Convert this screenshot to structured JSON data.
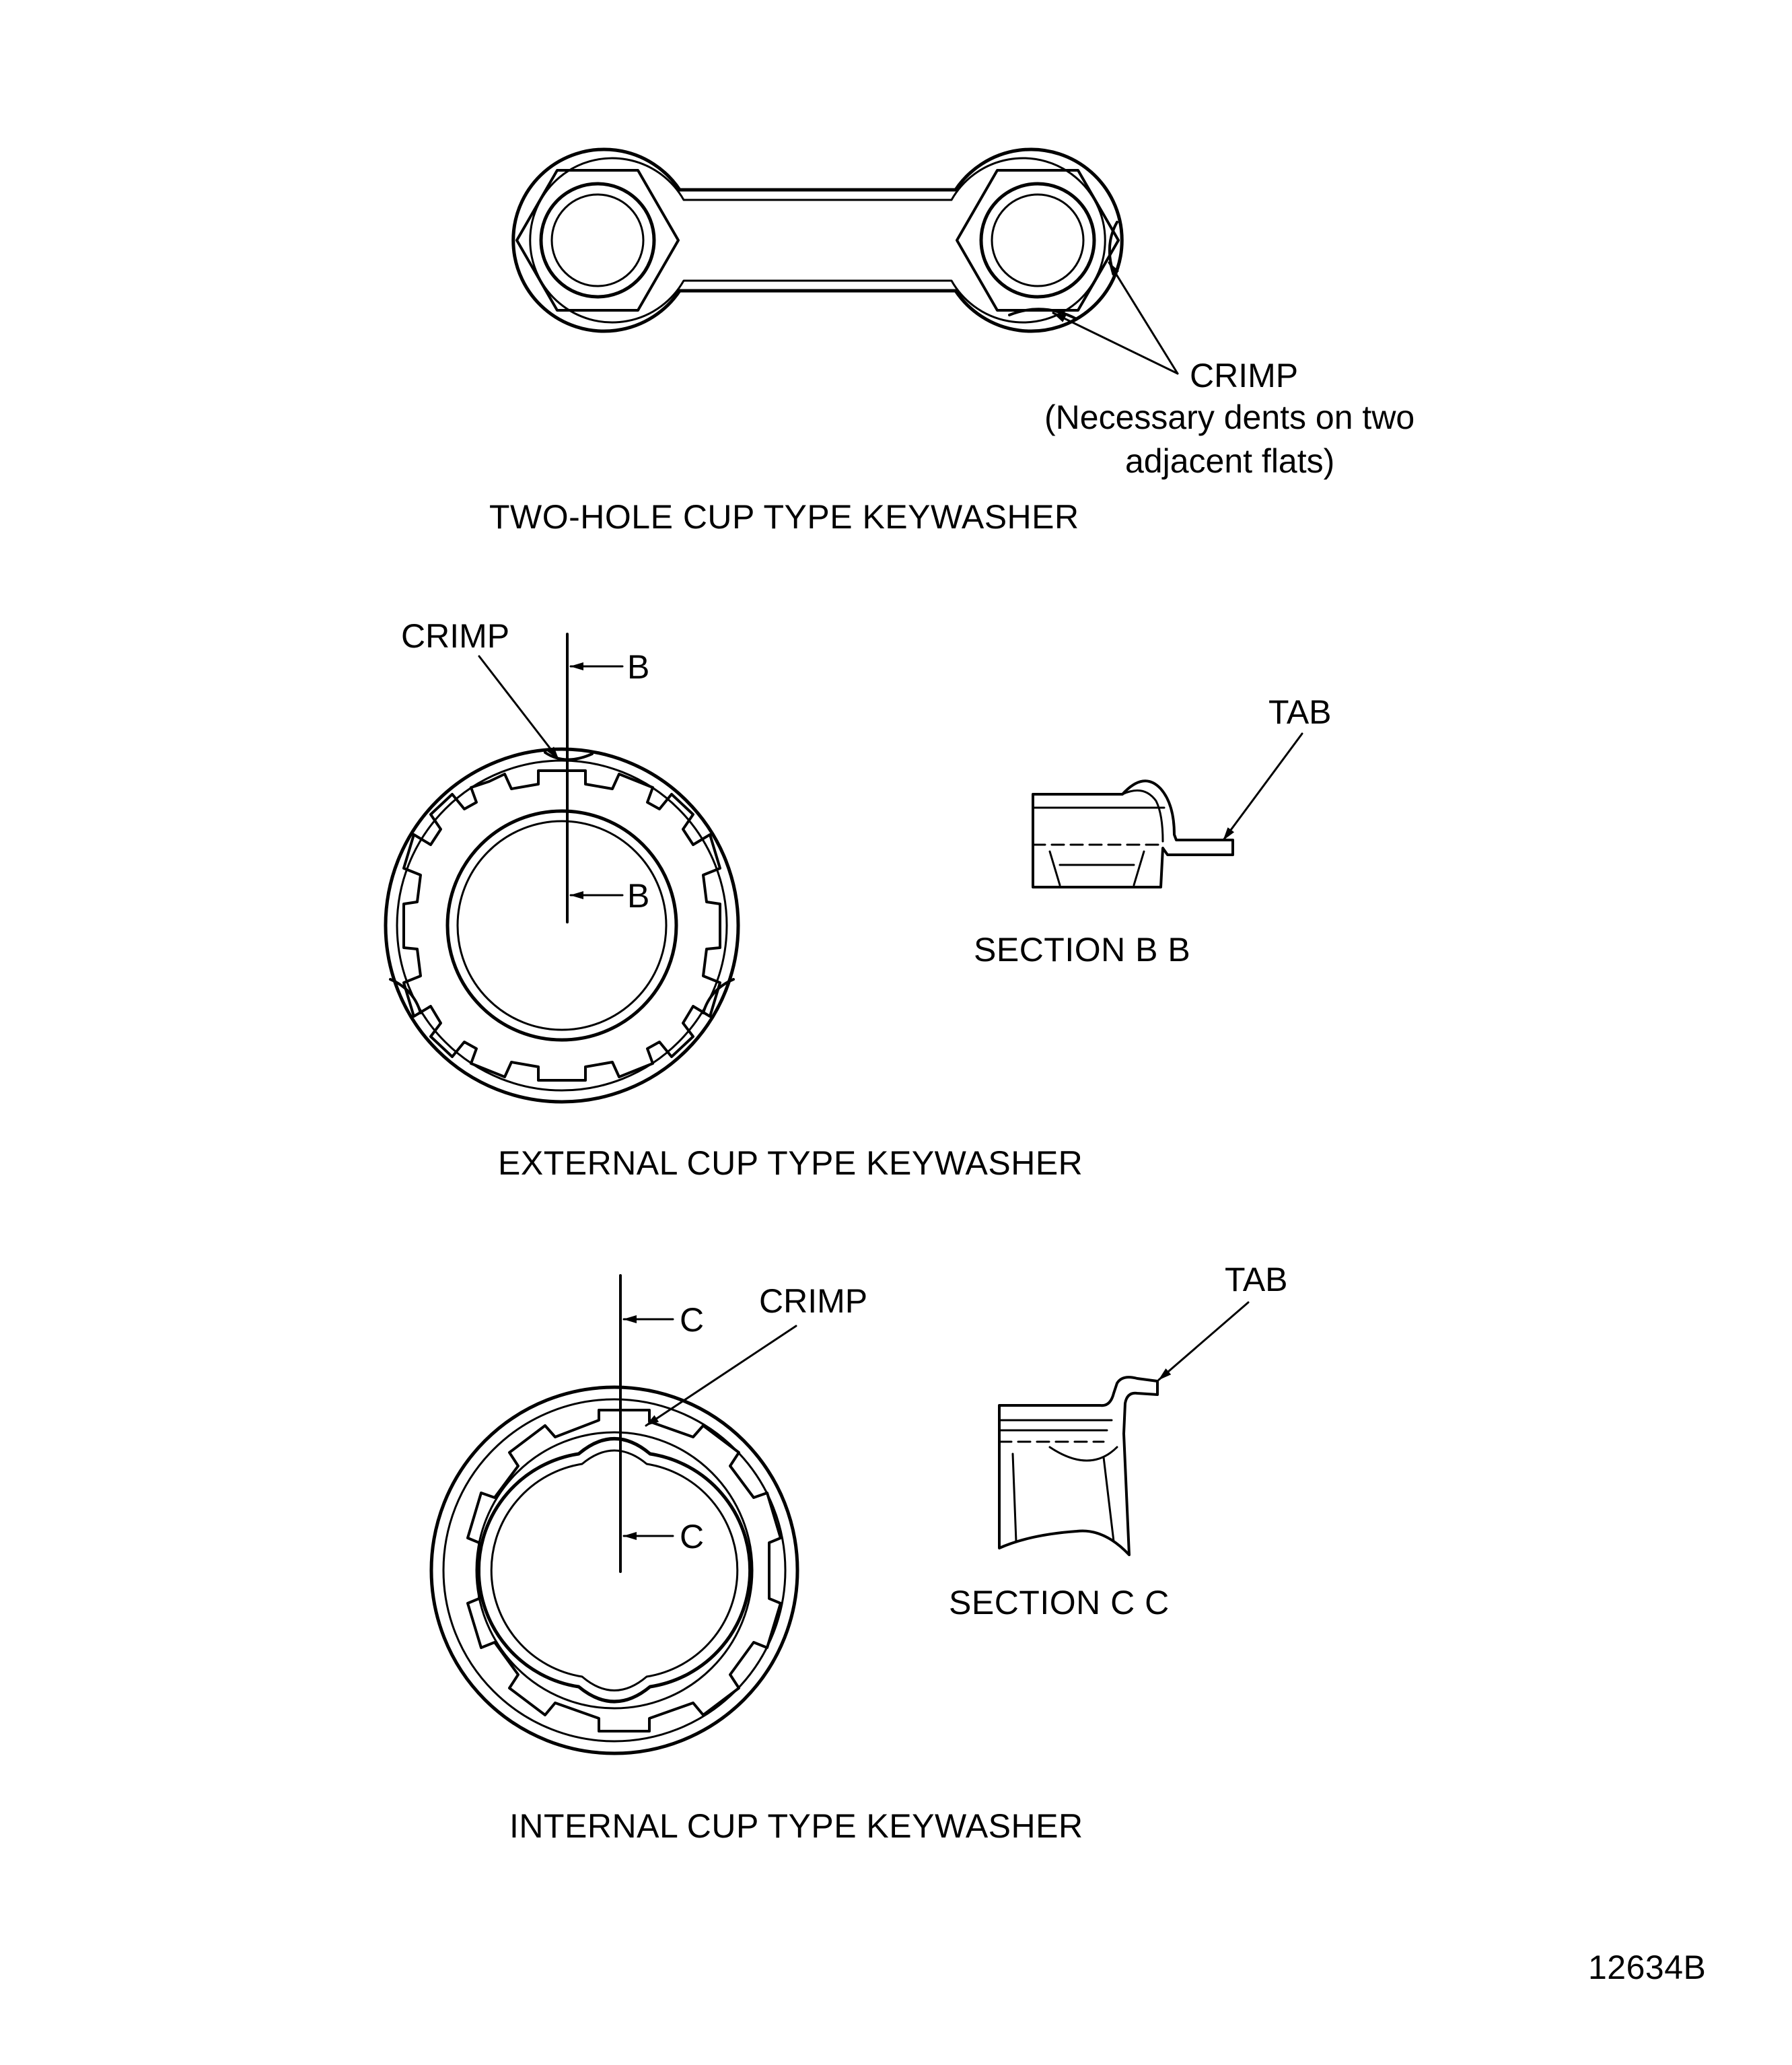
{
  "figure_number": "12634B",
  "two_hole": {
    "caption": "TWO-HOLE CUP TYPE KEYWASHER",
    "crimp_label": "CRIMP",
    "crimp_note_line1": "(Necessary dents on two",
    "crimp_note_line2": "adjacent flats)"
  },
  "external": {
    "caption": "EXTERNAL CUP TYPE KEYWASHER",
    "crimp_label": "CRIMP",
    "section_mark_top": "B",
    "section_mark_mid": "B",
    "tab_label": "TAB",
    "section_caption": "SECTION B B"
  },
  "internal": {
    "caption": "INTERNAL CUP TYPE KEYWASHER",
    "crimp_label": "CRIMP",
    "section_mark_top": "C",
    "section_mark_mid": "C",
    "tab_label": "TAB",
    "section_caption": "SECTION C C"
  }
}
